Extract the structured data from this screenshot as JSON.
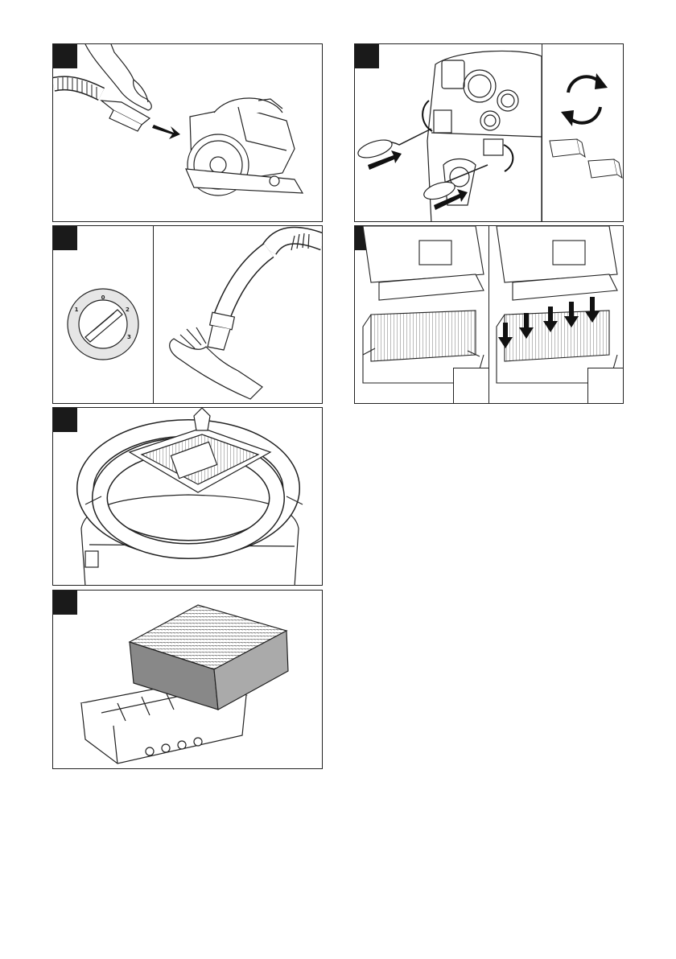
{
  "page": {
    "figures": [
      {
        "id": "fig-1",
        "subject": "circular-saw-hose-connection"
      },
      {
        "id": "fig-2",
        "subject": "suction-dial-and-hand-nozzle"
      },
      {
        "id": "fig-3",
        "subject": "hose-wrapped-on-vacuum-top"
      },
      {
        "id": "fig-4",
        "subject": "flat-filter-cassette"
      },
      {
        "id": "fig-5",
        "subject": "screwdriver-release-and-swap"
      },
      {
        "id": "fig-6",
        "subject": "filter-cover-press-down"
      }
    ],
    "dial": {
      "labels": [
        "0",
        "1",
        "2",
        "3"
      ]
    },
    "icons": [
      "arrow-icon",
      "cycle-arrows-icon",
      "down-arrow-icon",
      "figure-number-badge"
    ],
    "colors": {
      "line": "#222222",
      "badge": "#1a1a1a",
      "filter-pleat": "#777777",
      "background": "#ffffff"
    }
  }
}
